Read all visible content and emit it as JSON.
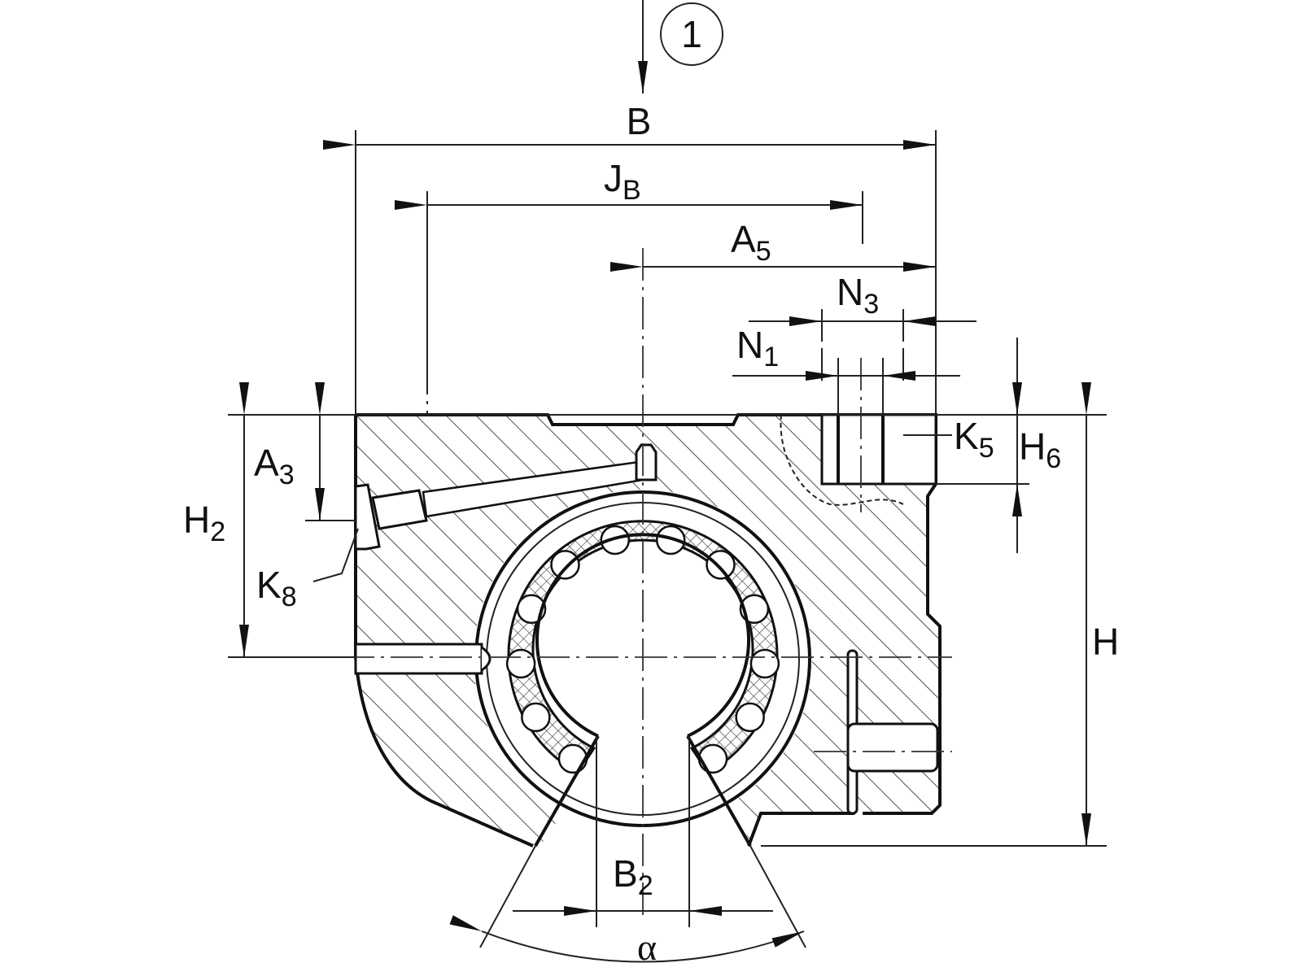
{
  "drawing": {
    "title": "Linear ball bearing unit, open type, cross-section",
    "callout": "1",
    "labels": {
      "B": "B",
      "JB_main": "J",
      "JB_sub": "B",
      "A5_main": "A",
      "A5_sub": "5",
      "N3_main": "N",
      "N3_sub": "3",
      "N1_main": "N",
      "N1_sub": "1",
      "K5_main": "K",
      "K5_sub": "5",
      "H6_main": "H",
      "H6_sub": "6",
      "A3_main": "A",
      "A3_sub": "3",
      "H2_main": "H",
      "H2_sub": "2",
      "K8_main": "K",
      "K8_sub": "8",
      "H": "H",
      "B2_main": "B",
      "B2_sub": "2",
      "alpha": "α"
    },
    "colors": {
      "line": "#111111",
      "background": "#ffffff"
    }
  }
}
